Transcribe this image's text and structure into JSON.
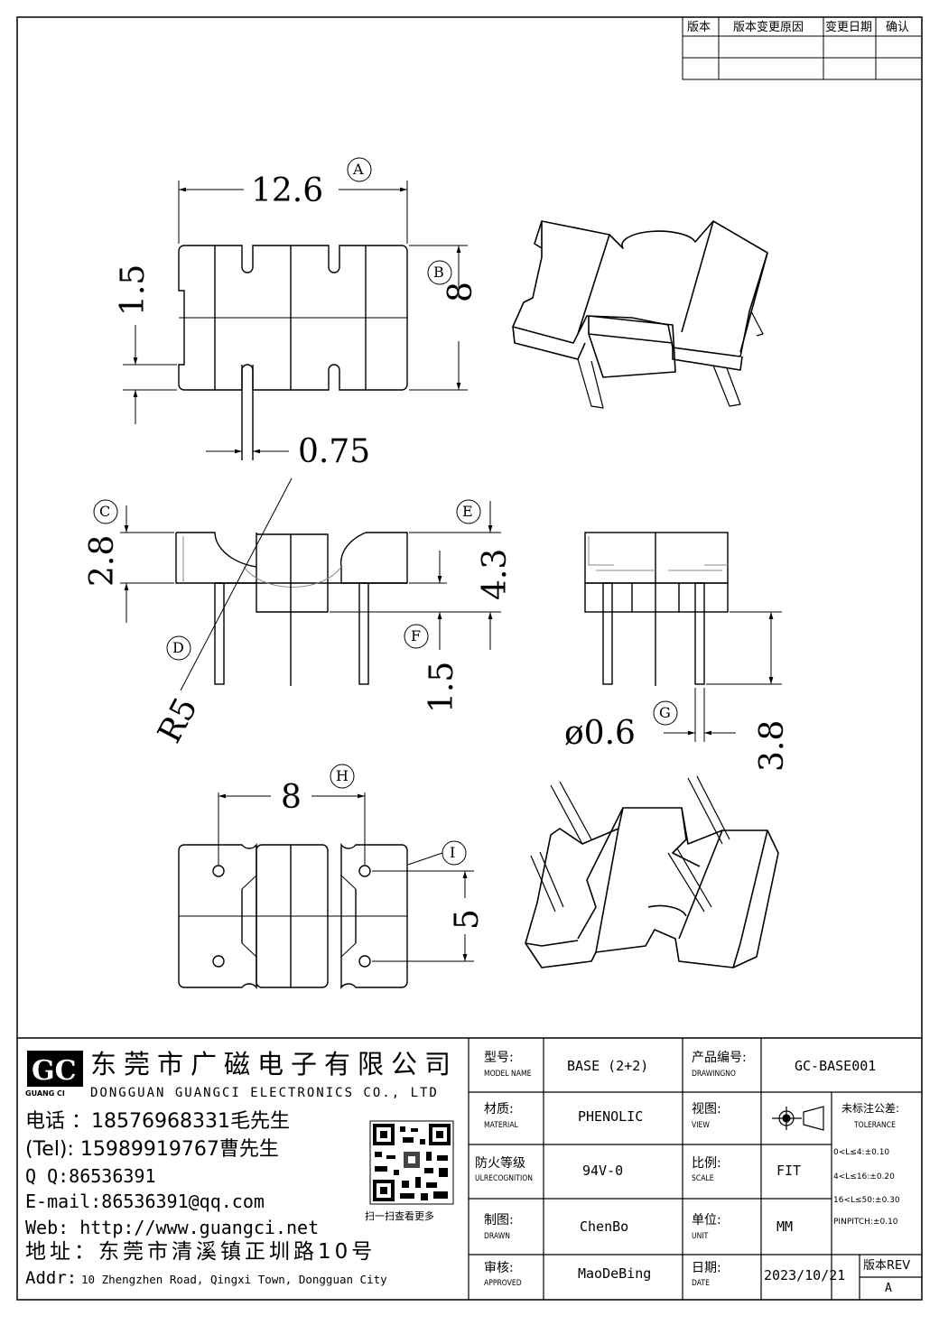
{
  "revision_table": {
    "headers": [
      "版本",
      "版本变更原因",
      "变更日期",
      "确认"
    ]
  },
  "dimensions": {
    "width_12_6": "12.6",
    "height_8": "8",
    "slot_1_5": "1.5",
    "pin_0_75": "0.75",
    "height_2_8": "2.8",
    "height_4_3": "4.3",
    "pin_1_5": "1.5",
    "radius_r5": "R5",
    "pin_dia": "ø0.6",
    "pin_len_3_8": "3.8",
    "pitch_8": "8",
    "pitch_5": "5"
  },
  "callouts": [
    "A",
    "B",
    "C",
    "D",
    "E",
    "F",
    "G",
    "H",
    "I"
  ],
  "company": {
    "logo_letters": "GC",
    "logo_sub": "GUANG CI",
    "name_cn": "东莞市广磁电子有限公司",
    "name_en": "DONGGUAN GUANGCI ELECTRONICS CO., LTD",
    "phone1": "电话 ：18576968331毛先生",
    "phone2": "(Tel): 15989919767曹先生",
    "qq": "Q Q:86536391",
    "email": "E-mail:86536391@qq.com",
    "web": "Web: http://www.guangci.net",
    "address_cn": "地址：东莞市清溪镇正圳路10号",
    "address_en_label": "Addr:",
    "address_en": "10 Zhengzhen Road, Qingxi Town, Dongguan City",
    "qr_caption": "扫一扫查看更多"
  },
  "title_block": {
    "model_label_cn": "型号:",
    "model_label_en": "MODEL NAME",
    "model_value": "BASE (2+2)",
    "drawingno_label_cn": "产品编号:",
    "drawingno_label_en": "DRAWINGNO",
    "drawingno_value": "GC-BASE001",
    "material_label_cn": "材质:",
    "material_label_en": "MATERIAL",
    "material_value": "PHENOLIC",
    "view_label_cn": "视图:",
    "view_label_en": "VIEW",
    "tolerance_label_cn": "未标注公差:",
    "tolerance_label_en": "TOLERANCE",
    "tolerance_lines": [
      "0<L≤4:±0.10",
      "4<L≤16:±0.20",
      "16<L≤50:±0.30",
      "PINPITCH:±0.10"
    ],
    "fire_label_cn": "防火等级",
    "fire_label_en": "ULRECOGNITION",
    "fire_value": "94V-0",
    "scale_label_cn": "比例:",
    "scale_label_en": "SCALE",
    "scale_value": "FIT",
    "drawn_label_cn": "制图:",
    "drawn_label_en": "DRAWN",
    "drawn_value": "ChenBo",
    "unit_label_cn": "单位:",
    "unit_label_en": "UNIT",
    "unit_value": "MM",
    "approved_label_cn": "审核:",
    "approved_label_en": "APPROVED",
    "approved_value": "MaoDeBing",
    "date_label_cn": "日期:",
    "date_label_en": "DATE",
    "date_value": "2023/10/21",
    "rev_label": "版本REV",
    "rev_value": "A"
  }
}
